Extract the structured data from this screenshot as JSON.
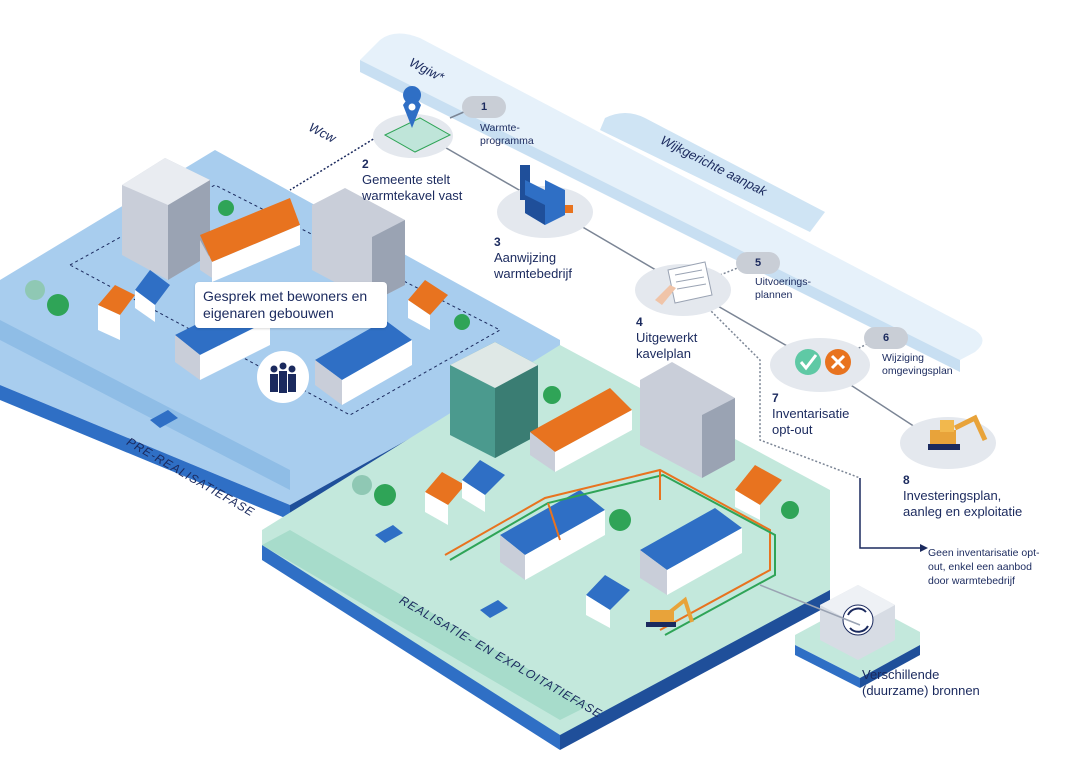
{
  "palette": {
    "navy": "#1b2a5e",
    "pre_phase": "#9fc9ea",
    "realisation_phase": "#bfe5d9",
    "orange": "#e8731f",
    "roof_blue": "#2f6fc5",
    "tree_green": "#2fa457",
    "building_grey": "#c9ced9"
  },
  "laws": {
    "wgiw": "Wgiw*",
    "wcw": "Wcw"
  },
  "band_label": "Wijkgerichte aanpak",
  "steps": [
    {
      "num": "1",
      "text": "Warmte-\nprogramma"
    },
    {
      "num": "2",
      "text": "Gemeente stelt\nwarmtekavel vast"
    },
    {
      "num": "3",
      "text": "Aanwijzing\nwarmtebedrijf"
    },
    {
      "num": "4",
      "text": "Uitgewerkt\nkavelplan"
    },
    {
      "num": "5",
      "text": "Uitvoerings-\nplannen"
    },
    {
      "num": "6",
      "text": "Wijziging\nomgevingsplan"
    },
    {
      "num": "7",
      "text": "Inventarisatie\nopt-out"
    },
    {
      "num": "8",
      "text": "Investeringsplan,\naanleg en exploitatie"
    }
  ],
  "callout": "Gesprek met bewoners en\neigenaren gebouwen",
  "phases": {
    "pre": "PRE-REALISATIEFASE",
    "realisation": "REALISATIE- EN EXPLOITATIEFASE"
  },
  "note": "Geen inventarisatie opt-\nout, enkel een aanbod\ndoor warmtebedrijf",
  "source_label": "Verschillende\n(duurzame) bronnen",
  "icons": [
    "map-pin-icon",
    "factory-icon",
    "document-hand-icon",
    "check-cross-icon",
    "excavator-icon",
    "recycle-icon",
    "people-icon",
    "car-icon"
  ]
}
